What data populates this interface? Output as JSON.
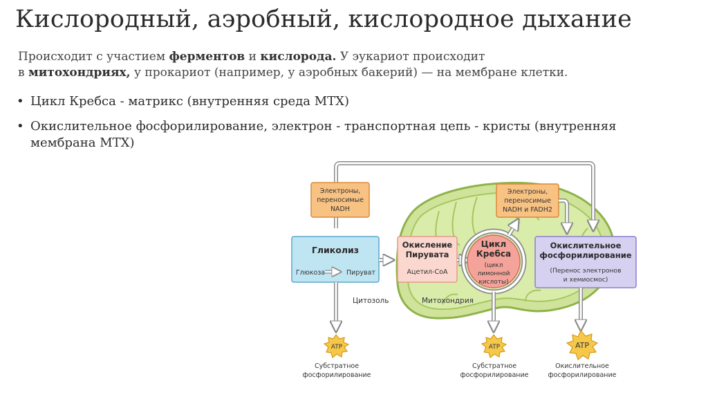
{
  "title": "Кислородный, аэробный, кислородное дыхание",
  "intro": {
    "t1": "Происходит с участием ",
    "b1": "ферментов",
    "t2": " и ",
    "b2": "кислорода.",
    "t3": " У эукариот происходит",
    "t4": "в ",
    "b3": "митохондриях,",
    "t5": " у прокариот (например, у аэробных бакерий) — на мембране клетки."
  },
  "bullets": [
    "Цикл Кребса - матрикс (внутренняя среда МТХ)",
    "Окислительное фосфорилирование, электрон - транспортная цепь - кристы (внутренняя мембрана МТХ)"
  ],
  "diagram": {
    "nadh_box": {
      "line1": "Электроны,",
      "line2": "переносимые",
      "line3": "NADH"
    },
    "nadh_fadh_box": {
      "line1": "Электроны,",
      "line2": "переносимые",
      "line3": "NADH и FADH2"
    },
    "glycolysis": {
      "title": "Гликолиз",
      "from": "Глюкоза",
      "to": "Пируват"
    },
    "pyruvate_oxidation": {
      "line1": "Окисление",
      "line2": "Пирувата",
      "product": "Ацетил-CoA"
    },
    "krebs": {
      "line1": "Цикл",
      "line2": "Кребса",
      "sub1": "(цикл",
      "sub2": "лимонной",
      "sub3": "кислоты)"
    },
    "oxphos": {
      "line1": "Окислительное",
      "line2": "фосфорилирование",
      "sub1": "(Перенос электронов",
      "sub2": "и хемиосмос)"
    },
    "cytosol_label": "Цитозоль",
    "mito_label": "Митохондрия",
    "atp": [
      {
        "label": "ATP",
        "cap1": "Субстратное",
        "cap2": "фосфорилирование"
      },
      {
        "label": "ATP",
        "cap1": "Субстратное",
        "cap2": "фосфорилирование"
      },
      {
        "label": "ATP",
        "cap1": "Окислительное",
        "cap2": "фосфорилирование"
      }
    ],
    "colors": {
      "orange_fill": "#f8c283",
      "orange_stroke": "#d98a3a",
      "blue_fill": "#bfe5f3",
      "blue_stroke": "#5aa9c9",
      "peach_fill": "#fbd8cf",
      "peach_stroke": "#e49b86",
      "red_fill": "#f4a39a",
      "red_stroke": "#d7675c",
      "purple_fill": "#d6d1f0",
      "purple_stroke": "#8c7fcf",
      "mito_fill": "#cfe49a",
      "mito_stroke": "#8fb24a",
      "atp_fill": "#f6c84a",
      "atp_stroke": "#d59a16"
    }
  }
}
